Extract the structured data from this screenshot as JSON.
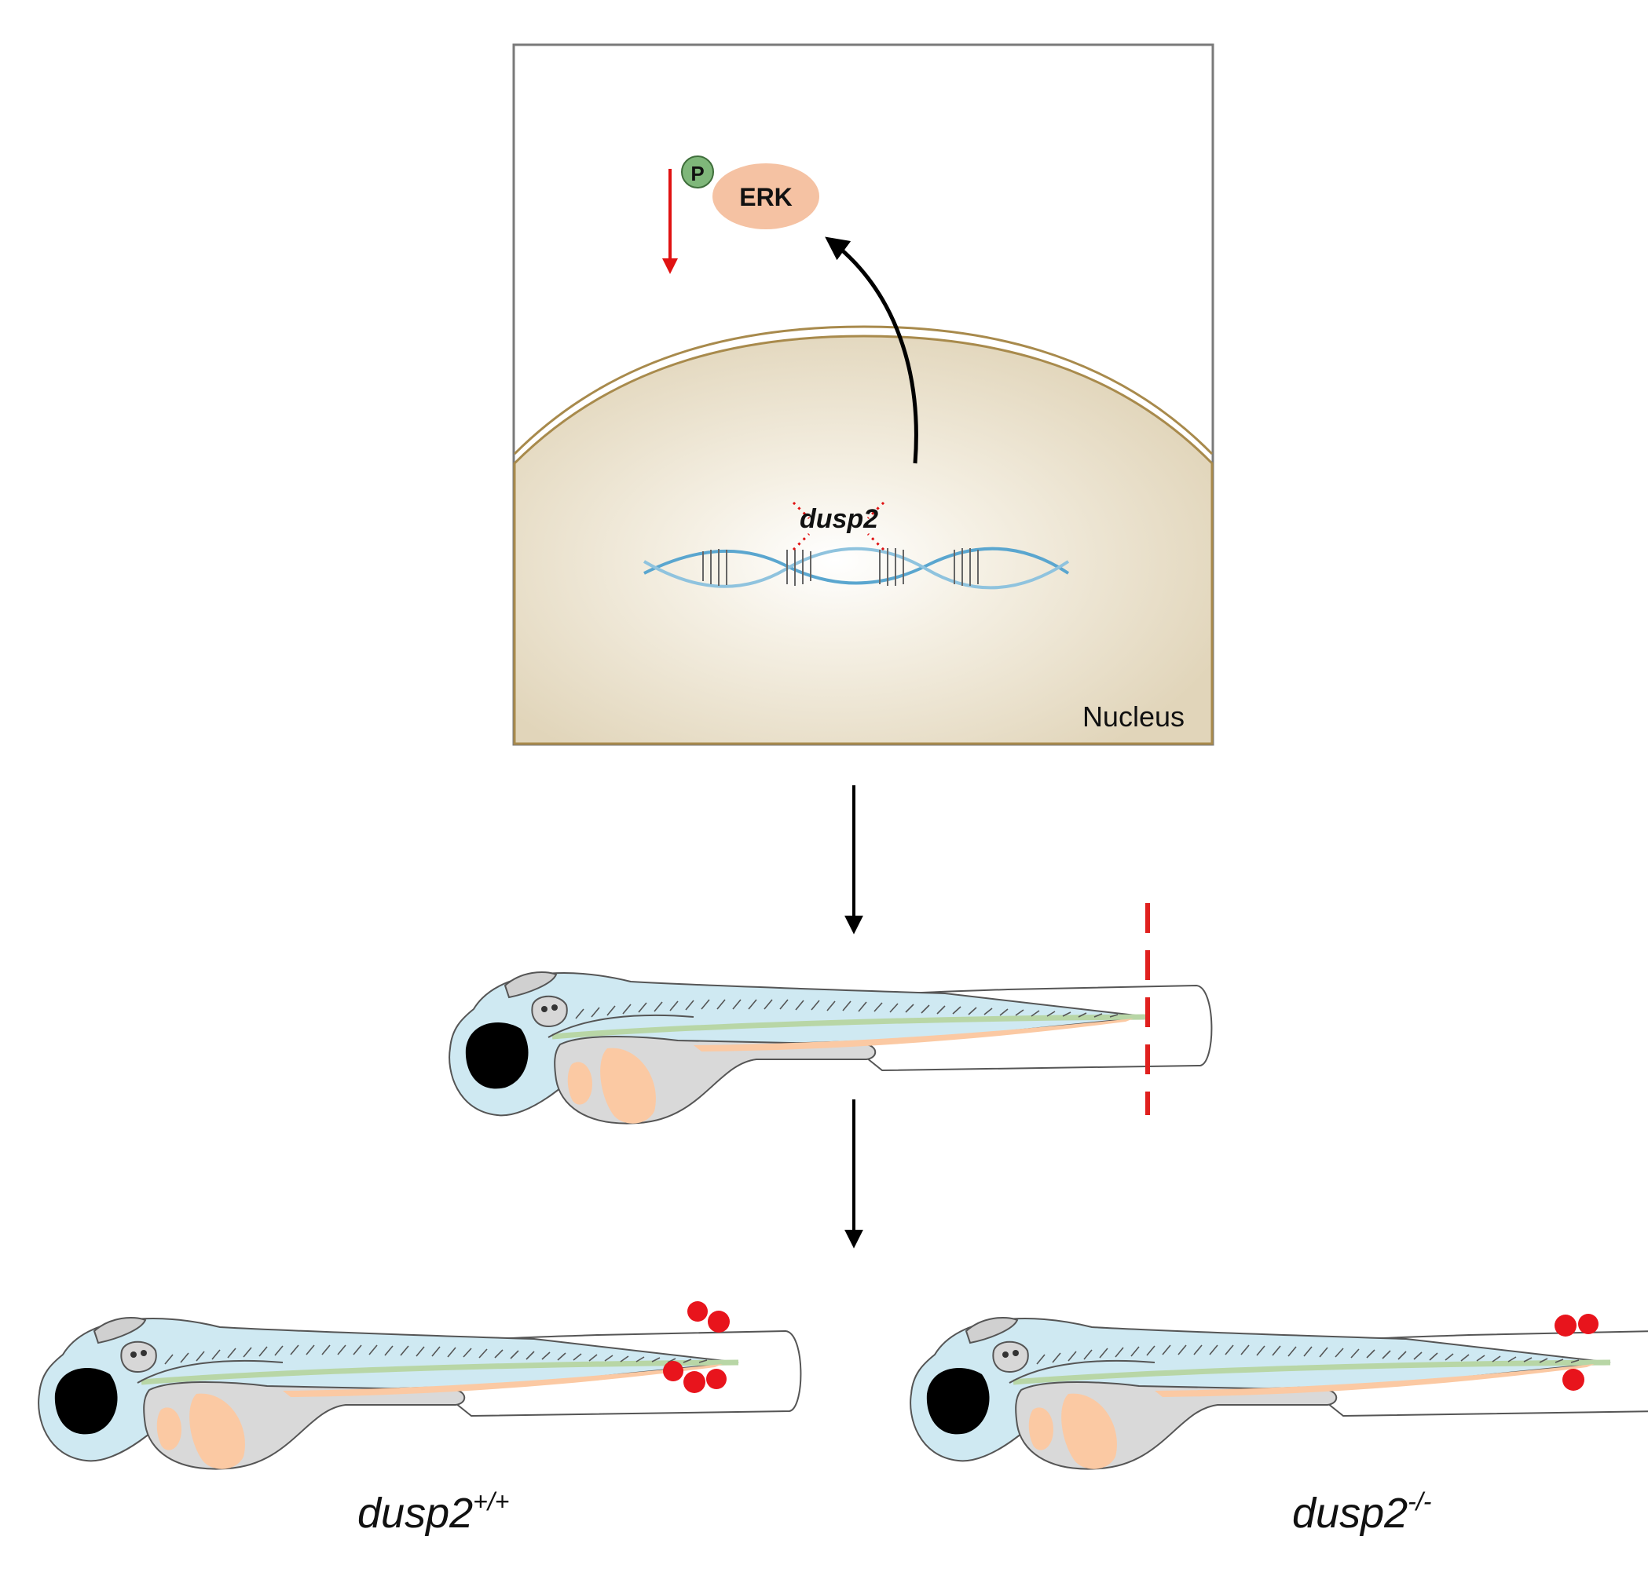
{
  "labels": {
    "phospho": "P",
    "erk": "ERK",
    "gene": "dusp2",
    "compartment": "Nucleus",
    "wt_base": "dusp2",
    "wt_sup": "+/+",
    "ko_base": "dusp2",
    "ko_sup": "-/-"
  },
  "colors": {
    "phospho": "#7fb77a",
    "erk": "#f5c2a3",
    "nucleus": "#e6dcc6",
    "nucleus_edge": "#a88a4c",
    "dna": "#5aa6cf",
    "arrow_down_red": "#e01212",
    "amputation_line": "#e0201e",
    "larva_body": "#cfe9f2",
    "yolk": "#d9d9d9",
    "tissue_orange": "#fbc9a3",
    "eye": "#000000",
    "cells_red": "#e8141c"
  }
}
